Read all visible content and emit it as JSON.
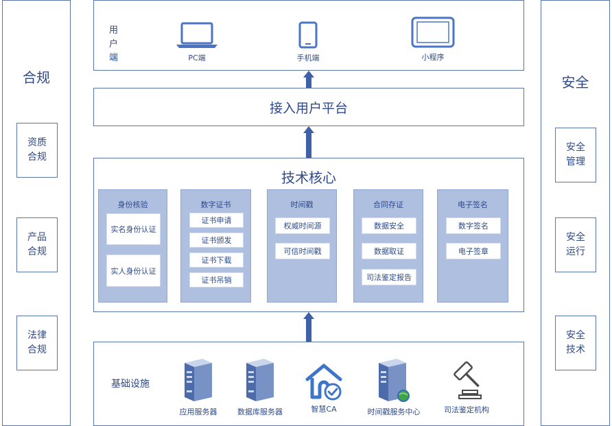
{
  "left_column": {
    "title": "合规",
    "items": [
      {
        "label": "资质合规"
      },
      {
        "label": "产品合规"
      },
      {
        "label": "法律合规"
      }
    ]
  },
  "right_column": {
    "title": "安全",
    "items": [
      {
        "label": "安全管理"
      },
      {
        "label": "安全运行"
      },
      {
        "label": "安全技术"
      }
    ]
  },
  "user_end": {
    "label": "用户端",
    "devices": [
      {
        "label": "PC端",
        "icon": "laptop-icon"
      },
      {
        "label": "手机端",
        "icon": "phone-icon"
      },
      {
        "label": "小程序",
        "icon": "tablet-icon"
      }
    ]
  },
  "access_platform": {
    "title": "接入用户平台"
  },
  "tech_core": {
    "title": "技术核心",
    "panels": [
      {
        "title": "身份核验",
        "items": [
          "实名身份认证",
          "实人身份认证"
        ]
      },
      {
        "title": "数字证书",
        "items": [
          "证书申请",
          "证书颁发",
          "证书下载",
          "证书吊销"
        ]
      },
      {
        "title": "时间戳",
        "items": [
          "权威时间源",
          "可信时间戳"
        ]
      },
      {
        "title": "合同存证",
        "items": [
          "数据安全",
          "数据取证",
          "司法鉴定报告"
        ]
      },
      {
        "title": "电子签名",
        "items": [
          "数字签名",
          "电子签章"
        ]
      }
    ]
  },
  "infrastructure": {
    "title": "基础设施",
    "items": [
      {
        "label": "应用服务器",
        "icon": "server-icon"
      },
      {
        "label": "数据库服务器",
        "icon": "database-server-icon"
      },
      {
        "label": "智慧CA",
        "icon": "smart-ca-icon"
      },
      {
        "label": "时间戳服务中心",
        "icon": "timestamp-server-icon"
      },
      {
        "label": "司法鉴定机构",
        "icon": "gavel-icon"
      }
    ]
  },
  "colors": {
    "accent": "#3f5fa8",
    "panel": "#aebfe0",
    "border": "#5a74ad",
    "icon_blue": "#4a74c4"
  }
}
